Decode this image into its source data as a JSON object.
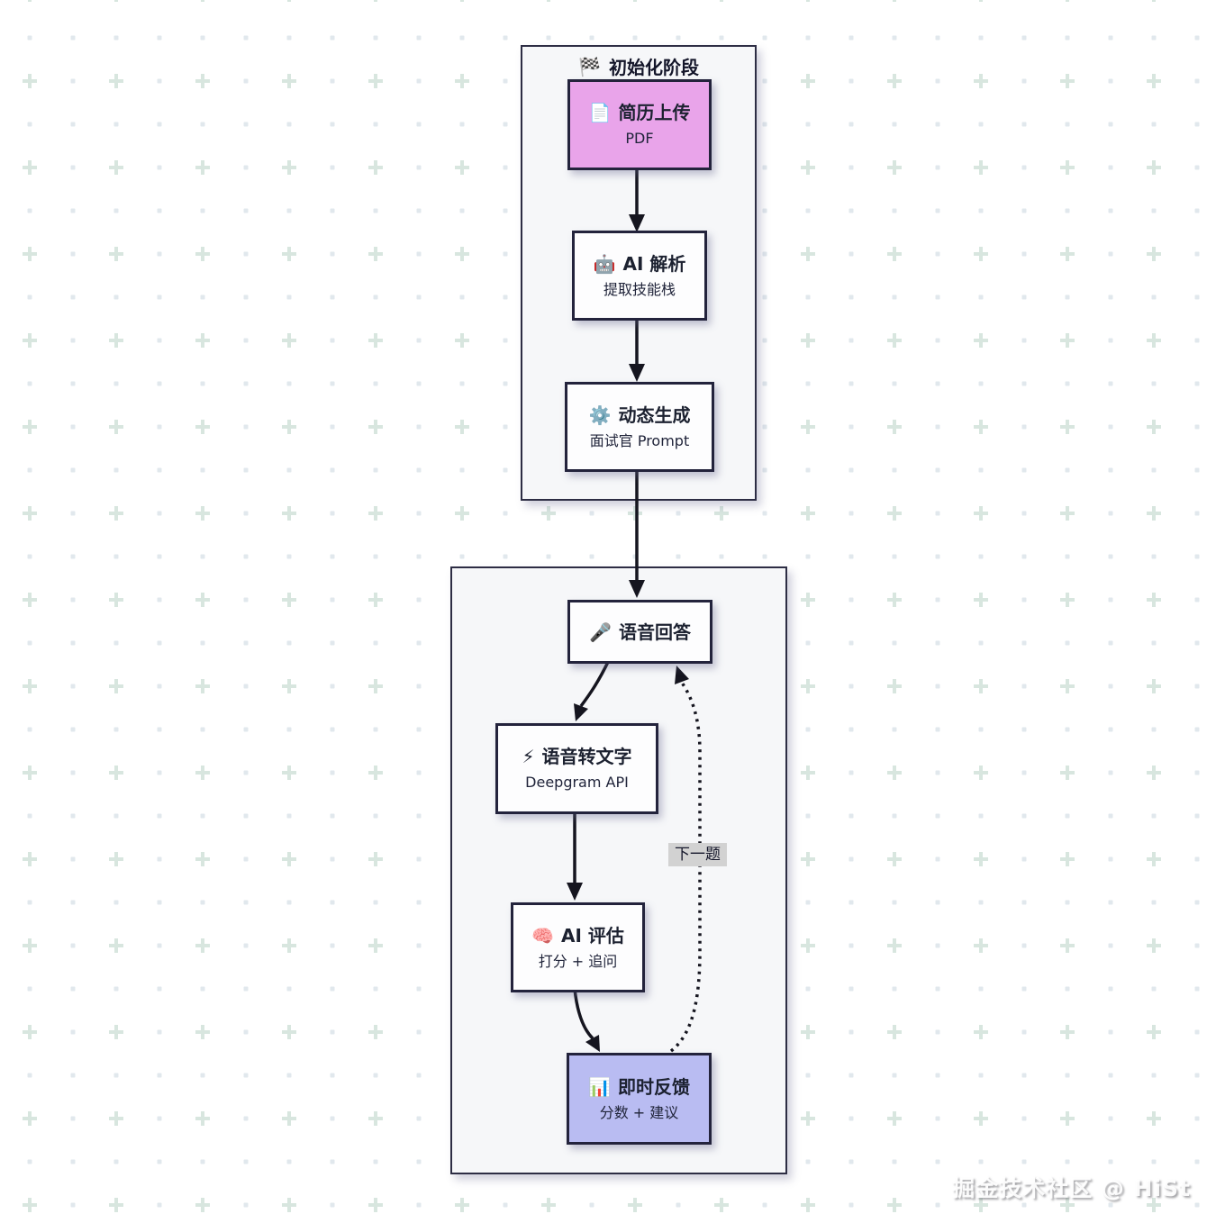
{
  "watermark": {
    "text": "掘金技术社区 @ HiSt"
  },
  "colors": {
    "node_border": "#23233c",
    "node_fill": "#fdfdfe",
    "resume_fill": "#e9a4ea",
    "feedback_fill": "#b9bcf2",
    "container_fill": "#f6f7f9",
    "arrow": "#15151f",
    "edge_label_bg": "#d2d2d2",
    "pattern_dot": "#e1e8ed",
    "pattern_plus": "#d8e6df"
  },
  "containers": [
    {
      "icon": "🏁",
      "label": "初始化阶段"
    }
  ],
  "nodes": [
    {
      "icon": "📄",
      "title": "简历上传",
      "subtitle": "PDF"
    },
    {
      "icon": "🤖",
      "title": "AI 解析",
      "subtitle": "提取技能栈"
    },
    {
      "icon": "⚙️",
      "title": "动态生成",
      "subtitle": "面试官 Prompt"
    },
    {
      "icon": "🎤",
      "title": "语音回答"
    },
    {
      "icon": "⚡",
      "title": "语音转文字",
      "subtitle": "Deepgram API"
    },
    {
      "icon": "🧠",
      "title": "AI 评估",
      "subtitle": "打分 + 追问"
    },
    {
      "icon": "📊",
      "title": "即时反馈",
      "subtitle": "分数 + 建议"
    }
  ],
  "edges": {
    "next_question_label": "下一题"
  }
}
